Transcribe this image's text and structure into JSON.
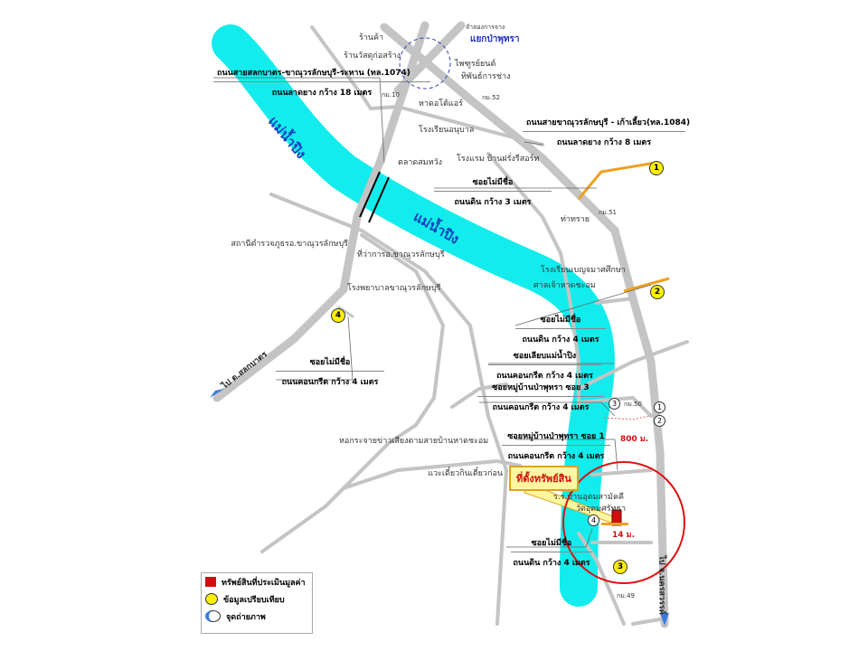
{
  "river_name": "แม่น้ำปิง",
  "intersection": {
    "name": "แยกป่าพุทรา",
    "sub": "จำลองการจาง"
  },
  "places": {
    "shop": "ร้านค้า",
    "material_shop": "ร้านวัสดุก่อสร้าง",
    "phaichurai": "ไพฑูรย์ยนต์",
    "thiphan": "ทิพันธ์การช่าง",
    "haa_o": "หาดอโต้แอร์",
    "kindergarten": "โรงเรียนอนุบาล",
    "market": "ตลาดสมหวัง",
    "hotel": "โรงแรม บ้านฝรั่งรีสอร์ท",
    "tha_sai": "ท่าทราย",
    "school_bunya": "โรงเรียนเบญจมาศศึกษา",
    "shrine": "ศาลเจ้าหาดชะอม",
    "police": "สถานีตำรวจภูธรอ.ขาณุวรลักษบุรี",
    "district_office": "ที่ว่าการอ.ขาณุวรลักษบุรี",
    "hospital": "โรงพยาบาลขาณุวรลักษบุรี",
    "broadcast": "หอกระจายข่าวเสียงตามสายบ้านหาดชะอม",
    "restaurant": "แวะเดี๋ยวกินเตี๋ยวก่อน",
    "school_udom": "ร.ร.บ้านอุดมสามัคคี",
    "temple": "วัดอุดมศรัทธา"
  },
  "km_markers": [
    "กม.10",
    "กม.52",
    "กม.51",
    "กม.50",
    "กม.49"
  ],
  "roads": {
    "hw1074": {
      "name": "ถนนสายสลกบาตร-ขาณุวรลักษบุรี-ระหาน (ทล.1074)",
      "desc": "ถนนลาดยาง กว้าง 18 เมตร"
    },
    "hw1084": {
      "name": "ถนนสายขาณุวรลักษบุรี - เก้าเลี้ยว(ทล.1084)",
      "desc": "ถนนลาดยาง กว้าง 8 เมตร"
    },
    "soi_a": {
      "name": "ซอยไม่มีชื่อ",
      "desc": "ถนนดิน กว้าง 3 เมตร"
    },
    "soi_b": {
      "name": "ซอยไม่มีชื่อ",
      "desc": "ถนนดิน กว้าง 4 เมตร"
    },
    "soi_c": {
      "name": "ซอยเลียบแม่น้ำปิง",
      "desc": "ถนนคอนกรีต กว้าง 4 เมตร"
    },
    "soi_d": {
      "name": "ซอยหมู่บ้านป่าพุทรา ซอย 3",
      "desc": "ถนนคอนกรีต กว้าง 4 เมตร"
    },
    "soi_e": {
      "name": "ซอยหมู่บ้านป่าพุทรา ซอย 1",
      "desc": "ถนนคอนกรีต กว้าง 4 เมตร"
    },
    "soi_f": {
      "name": "ซอยไม่มีชื่อ",
      "desc": "ถนนดิน กว้าง 4 เมตร"
    },
    "soi_g": {
      "name": "ซอยไม่มีชื่อ",
      "desc": "ถนนคอนกรีต กว้าง 4 เมตร"
    },
    "to_sakbat": "ไป ต.สลกบาตร",
    "to_south": "ไป จ.นครสวรรค์"
  },
  "distances": {
    "d800": "800 ม.",
    "d14": "14 ม."
  },
  "property_callout": "ที่ตั้งทรัพย์สิน",
  "comparables": [
    "1",
    "2",
    "3",
    "4"
  ],
  "photo_points": [
    "1",
    "2",
    "3",
    "4"
  ],
  "legend": {
    "property": "ทรัพย์สินที่ประเมินมูลค่า",
    "comparable": "ข้อมูลเปรียบเทียบ",
    "photo": "จุดถ่ายภาพ"
  },
  "colors": {
    "river": "#12ecec",
    "road": "#c4c4c4",
    "soi": "#f0a020",
    "property": "#d01010",
    "comparable": "#ffef00",
    "circle": "#e01010"
  }
}
